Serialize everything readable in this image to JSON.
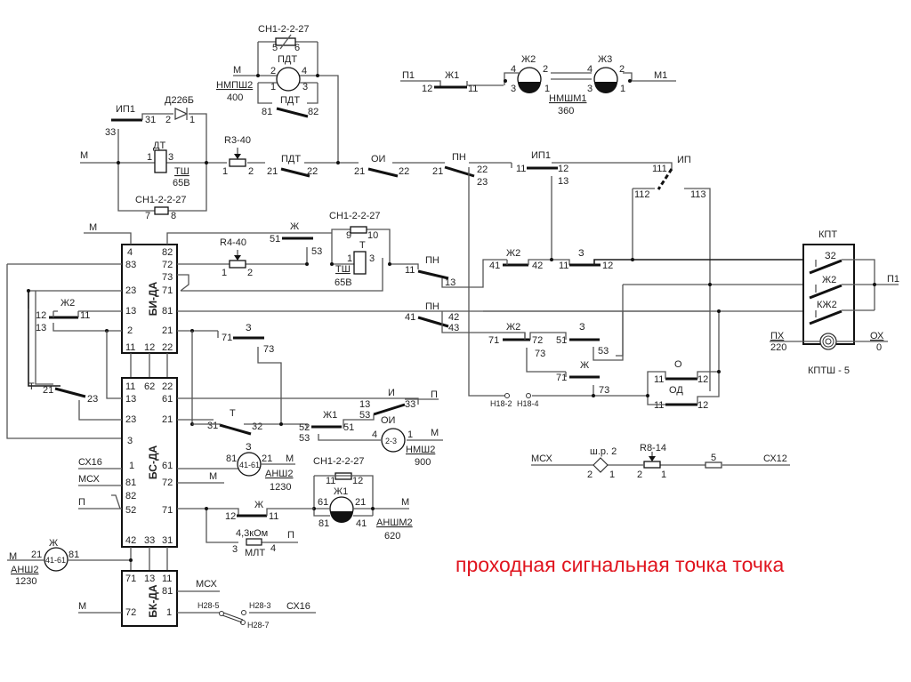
{
  "title": "проходная сигнальная точка точка",
  "colors": {
    "title": "#e0141e",
    "wire": "#555555",
    "contact": "#111111"
  },
  "blocks": {
    "bi_da": {
      "name": "БИ-ДА",
      "left_pins": [
        "4",
        "83",
        "23",
        "13",
        "2",
        "11"
      ],
      "right_pins": [
        "82",
        "72",
        "73",
        "71",
        "81",
        "21",
        "12",
        "22"
      ]
    },
    "bs_da": {
      "name": "БС-ДА",
      "left_pins": [
        "11",
        "13",
        "23",
        "3",
        "1",
        "81",
        "82",
        "52",
        "42"
      ],
      "right_pins": [
        "62",
        "22",
        "61",
        "21",
        "61",
        "72",
        "71",
        "33",
        "31"
      ]
    },
    "bk_da": {
      "name": "БК-ДА",
      "pins": [
        "71",
        "13",
        "11",
        "81",
        "72",
        "1"
      ]
    },
    "kpt": {
      "title": "КПТ",
      "contacts": [
        "З2",
        "Ж2",
        "КЖ2"
      ],
      "lamp": "КПТШ - 5",
      "px": "ПХ",
      "px_v": "220",
      "ox": "ОХ",
      "ox_v": "0",
      "out": "П1"
    }
  },
  "top": {
    "pdt_rel": {
      "name": "ПДТ",
      "res": "СН1-2-2-27",
      "res_pins": [
        "5",
        "6"
      ],
      "pins": [
        "2",
        "4",
        "1",
        "3"
      ],
      "type": "НМПШ2",
      "ohm": "400",
      "m": "М",
      "contact": "ПДТ",
      "c_pins": [
        "81",
        "82"
      ]
    },
    "ip1": "ИП1",
    "ip1_pin": "31",
    "diode": "Д226Б",
    "d_pins": [
      "2",
      "1"
    ],
    "pin33": "33",
    "dt": {
      "name": "ДТ",
      "pins": [
        "1",
        "3"
      ],
      "type": "ТШ",
      "v": "65В",
      "m": "М"
    },
    "res_bot": {
      "name": "СН1-2-2-27",
      "pins": [
        "7",
        "8"
      ]
    },
    "r3": {
      "name": "R3-40",
      "pins": [
        "1",
        "2"
      ]
    },
    "pdt_c": {
      "name": "ПДТ",
      "pins": [
        "21",
        "22"
      ]
    },
    "oi": {
      "name": "ОИ",
      "pins": [
        "21",
        "22"
      ]
    },
    "pn": {
      "name": "ПН",
      "pins": [
        "21",
        "22",
        "23"
      ]
    },
    "ip1c": {
      "name": "ИП1",
      "pins": [
        "11",
        "12",
        "13"
      ]
    },
    "ip": {
      "name": "ИП",
      "pins": [
        "111",
        "112",
        "113"
      ]
    },
    "lamps": {
      "p1": "П1",
      "zh1": "Ж1",
      "zh1_pins": [
        "12",
        "11"
      ],
      "zh2": "Ж2",
      "zh3": "Ж3",
      "pins": [
        "4",
        "2",
        "3",
        "1"
      ],
      "type": "НМШМ1",
      "ohm": "360",
      "m1": "М1"
    }
  },
  "mid": {
    "m": "М",
    "r4": {
      "name": "R4-40",
      "pins": [
        "1",
        "2"
      ]
    },
    "zh": {
      "name": "Ж",
      "pins": [
        "51",
        "53"
      ]
    },
    "t_res": {
      "name": "СН1-2-2-27",
      "pins": [
        "9",
        "10"
      ]
    },
    "t": {
      "name": "Т",
      "pins": [
        "1",
        "3"
      ],
      "type": "ТШ",
      "v": "65В"
    },
    "pn1": {
      "name": "ПН",
      "pins": [
        "11",
        "13"
      ]
    },
    "pn2": {
      "name": "ПН",
      "pins": [
        "41",
        "42",
        "43"
      ]
    },
    "zh2a": {
      "name": "Ж2",
      "pins": [
        "41",
        "42"
      ]
    },
    "z1": {
      "name": "З",
      "pins": [
        "11",
        "12"
      ]
    },
    "zh2b": {
      "name": "Ж2",
      "pins": [
        "71",
        "72",
        "73"
      ]
    },
    "z2": {
      "name": "З",
      "pins": [
        "51",
        "53"
      ]
    },
    "zh3": {
      "name": "Ж",
      "pins": [
        "71",
        "73"
      ]
    },
    "o": {
      "name": "О",
      "pins": [
        "11",
        "12"
      ]
    },
    "od": {
      "name": "ОД",
      "pins": [
        "11",
        "12"
      ]
    },
    "h18": [
      "Н18-2",
      "Н18-4"
    ],
    "zh2l": {
      "name": "Ж2",
      "pins": [
        "12",
        "11",
        "13"
      ]
    },
    "z3": {
      "name": "З",
      "pins": [
        "71",
        "73"
      ]
    },
    "t_c": {
      "name": "Т",
      "pins": [
        "21",
        "23"
      ]
    }
  },
  "low": {
    "t2": {
      "name": "Т",
      "pins": [
        "31",
        "32"
      ]
    },
    "i": {
      "name": "И",
      "pins": [
        "13",
        "53",
        "33"
      ],
      "p": "П"
    },
    "zh1": {
      "name": "Ж1",
      "pins": [
        "52",
        "51",
        "53"
      ]
    },
    "oi": {
      "name": "ОИ",
      "inner": "2-3",
      "pins": [
        "4",
        "1"
      ],
      "type": "НМШ2",
      "ohm": "900",
      "m": "М"
    },
    "z_rel": {
      "name": "З",
      "inner": "41-61",
      "pins": [
        "81",
        "21"
      ],
      "type": "АНШ2",
      "ohm": "1230",
      "m": "М"
    },
    "m72": "М",
    "zh1_rel": {
      "res": "СН1-2-2-27",
      "res_pins": [
        "11",
        "12"
      ],
      "name": "Ж1",
      "pins": [
        "61",
        "21",
        "81",
        "41"
      ],
      "type": "АНШМ2",
      "ohm": "620",
      "m": "М"
    },
    "zh_c": {
      "name": "Ж",
      "pins": [
        "12",
        "11"
      ]
    },
    "mlt": {
      "val": "4,3кОм",
      "name": "МЛТ",
      "pins": [
        "3",
        "4"
      ],
      "p": "П"
    },
    "left": {
      "cx16": "СХ16",
      "mcx": "МСХ",
      "p": "П"
    },
    "zh_rel": {
      "name": "Ж",
      "inner": "41-61",
      "pins": [
        "21",
        "81"
      ],
      "type": "АНШ2",
      "ohm": "1230",
      "m": "М"
    },
    "bk": {
      "mcx": "МСХ",
      "m": "М",
      "h": [
        "Н28-5",
        "Н28-3",
        "Н28-7"
      ],
      "cx16": "СХ16"
    },
    "fuse": {
      "mcx": "МСХ",
      "shr": "ш.р. 2",
      "shr_pins": [
        "2",
        "1"
      ],
      "r8": "R8-14",
      "r8_pins": [
        "2",
        "1"
      ],
      "f": "5",
      "cx12": "СХ12"
    }
  }
}
